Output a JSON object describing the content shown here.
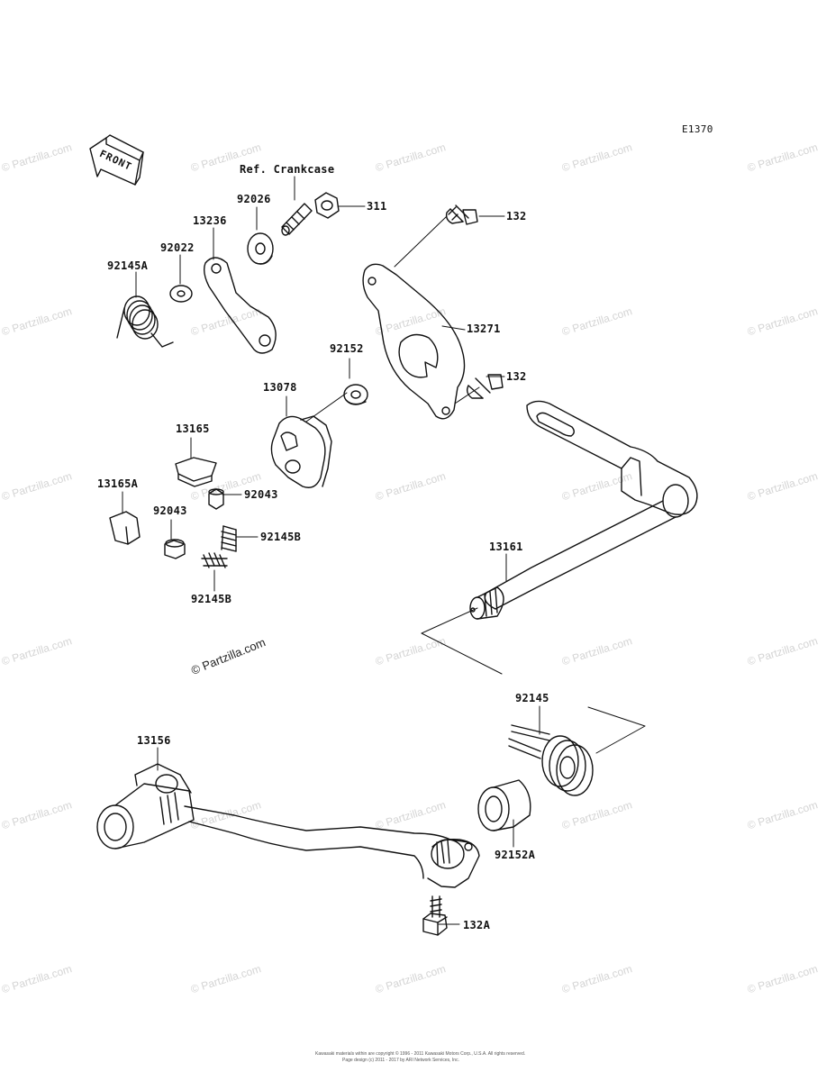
{
  "diagram_code": "E1370",
  "front_arrow": "FRONT",
  "parts": [
    {
      "id": "ref_crankcase",
      "label": "Ref. Crankcase"
    },
    {
      "id": "p311",
      "label": "311"
    },
    {
      "id": "p92026",
      "label": "92026"
    },
    {
      "id": "p13236",
      "label": "13236"
    },
    {
      "id": "p92022",
      "label": "92022"
    },
    {
      "id": "p92145A",
      "label": "92145A"
    },
    {
      "id": "p132_top",
      "label": "132"
    },
    {
      "id": "p13271",
      "label": "13271"
    },
    {
      "id": "p132_mid",
      "label": "132"
    },
    {
      "id": "p92152",
      "label": "92152"
    },
    {
      "id": "p13078",
      "label": "13078"
    },
    {
      "id": "p13165",
      "label": "13165"
    },
    {
      "id": "p13165A",
      "label": "13165A"
    },
    {
      "id": "p92043_right",
      "label": "92043"
    },
    {
      "id": "p92043_left",
      "label": "92043"
    },
    {
      "id": "p92145B_right",
      "label": "92145B"
    },
    {
      "id": "p92145B_bottom",
      "label": "92145B"
    },
    {
      "id": "p13161",
      "label": "13161"
    },
    {
      "id": "p92145",
      "label": "92145"
    },
    {
      "id": "p13156",
      "label": "13156"
    },
    {
      "id": "p92152A",
      "label": "92152A"
    },
    {
      "id": "p132A",
      "label": "132A"
    }
  ],
  "watermark_text": "© Partzilla.com",
  "copyright_line1": "Kawasaki materials within are copyright © 1996 - 2011 Kawasaki Motors Corp., U.S.A. All rights reserved.",
  "copyright_line2": "Page design (c) 2011 - 2017 by ARI Network Services, Inc."
}
